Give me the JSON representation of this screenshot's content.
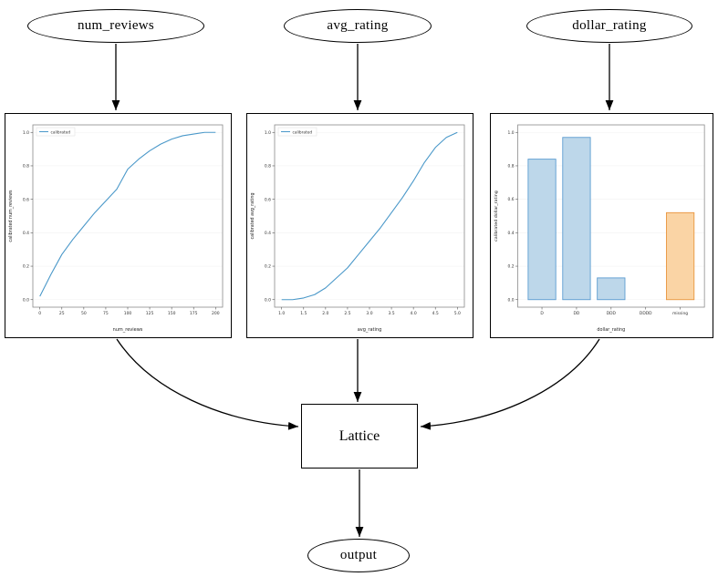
{
  "colors": {
    "line_blue": "#4a98c9",
    "bar_blue_fill": "#bdd7ea",
    "bar_blue_edge": "#5a9bd0",
    "bar_orange_fill": "#fad4a5",
    "bar_orange_edge": "#e8953e",
    "edge_stroke": "#000000"
  },
  "nodes": {
    "num_reviews": "num_reviews",
    "avg_rating": "avg_rating",
    "dollar_rating": "dollar_rating",
    "lattice": "Lattice",
    "output": "output"
  },
  "chart_data": [
    {
      "type": "line",
      "name": "calibrator_num_reviews",
      "title": "",
      "xlabel": "num_reviews",
      "ylabel": "calibrated num_reviews",
      "legend": [
        "calibrated"
      ],
      "legend_position": "upper left",
      "grid": false,
      "xlim": [
        0,
        200
      ],
      "ylim": [
        0,
        1
      ],
      "xticks": [
        "0",
        "25",
        "50",
        "75",
        "100",
        "125",
        "150",
        "175",
        "200"
      ],
      "yticks": [
        "0.0",
        "0.2",
        "0.4",
        "0.6",
        "0.8",
        "1.0"
      ],
      "x": [
        0,
        12.5,
        25,
        37.5,
        50,
        62.5,
        75,
        87.5,
        100,
        112.5,
        125,
        137.5,
        150,
        162.5,
        175,
        187.5,
        200
      ],
      "y": [
        0.02,
        0.15,
        0.27,
        0.36,
        0.44,
        0.52,
        0.59,
        0.66,
        0.78,
        0.84,
        0.89,
        0.93,
        0.96,
        0.98,
        0.99,
        1.0,
        1.0
      ]
    },
    {
      "type": "line",
      "name": "calibrator_avg_rating",
      "title": "",
      "xlabel": "avg_rating",
      "ylabel": "calibrated avg_rating",
      "legend": [
        "calibrated"
      ],
      "legend_position": "upper left",
      "grid": false,
      "xlim": [
        1,
        5
      ],
      "ylim": [
        0,
        1
      ],
      "xticks": [
        "1.0",
        "1.5",
        "2.0",
        "2.5",
        "3.0",
        "3.5",
        "4.0",
        "4.5",
        "5.0"
      ],
      "yticks": [
        "0.0",
        "0.2",
        "0.4",
        "0.6",
        "0.8",
        "1.0"
      ],
      "x": [
        1.0,
        1.25,
        1.5,
        1.75,
        2.0,
        2.25,
        2.5,
        2.75,
        3.0,
        3.25,
        3.5,
        3.75,
        4.0,
        4.25,
        4.5,
        4.75,
        5.0
      ],
      "y": [
        0.0,
        0.0,
        0.01,
        0.03,
        0.07,
        0.13,
        0.19,
        0.27,
        0.35,
        0.43,
        0.52,
        0.61,
        0.71,
        0.82,
        0.91,
        0.97,
        1.0
      ]
    },
    {
      "type": "bar",
      "name": "calibrator_dollar_rating",
      "title": "",
      "xlabel": "dollar_rating",
      "ylabel": "calibrated dollar_rating",
      "grid": false,
      "ylim": [
        0,
        1
      ],
      "yticks": [
        "0.0",
        "0.2",
        "0.4",
        "0.6",
        "0.8",
        "1.0"
      ],
      "categories": [
        "D",
        "DD",
        "DDD",
        "DDDD",
        "missing"
      ],
      "values": [
        0.84,
        0.97,
        0.13,
        0.0,
        0.52
      ],
      "bar_colors": [
        "blue",
        "blue",
        "blue",
        "blue",
        "orange"
      ]
    }
  ]
}
